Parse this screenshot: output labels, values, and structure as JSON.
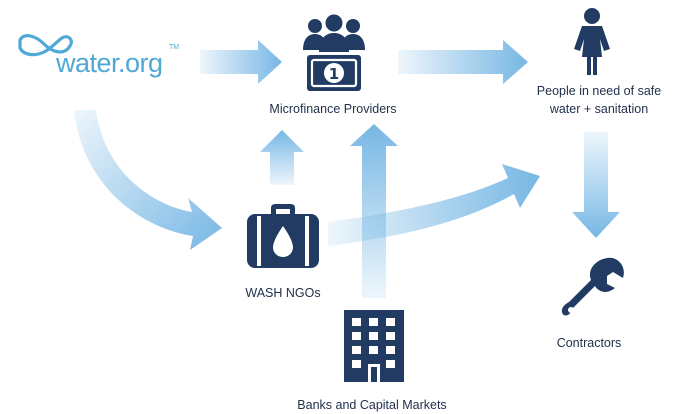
{
  "logo": {
    "text": "water.org",
    "trademark": "TM"
  },
  "nodes": {
    "microfinance": {
      "label": "Microfinance Providers",
      "icon": "people-money-icon"
    },
    "people": {
      "label_line1": "People in need of safe",
      "label_line2": "water + sanitation",
      "icon": "person-icon"
    },
    "wash": {
      "label": "WASH NGOs",
      "icon": "briefcase-water-drop-icon"
    },
    "contractors": {
      "label": "Contractors",
      "icon": "wrench-icon"
    },
    "banks": {
      "label": "Banks and Capital Markets",
      "icon": "building-icon"
    }
  },
  "colors": {
    "icon": "#213b63",
    "arrow": "#6fb3e3",
    "logo": "#4fa8d6"
  }
}
